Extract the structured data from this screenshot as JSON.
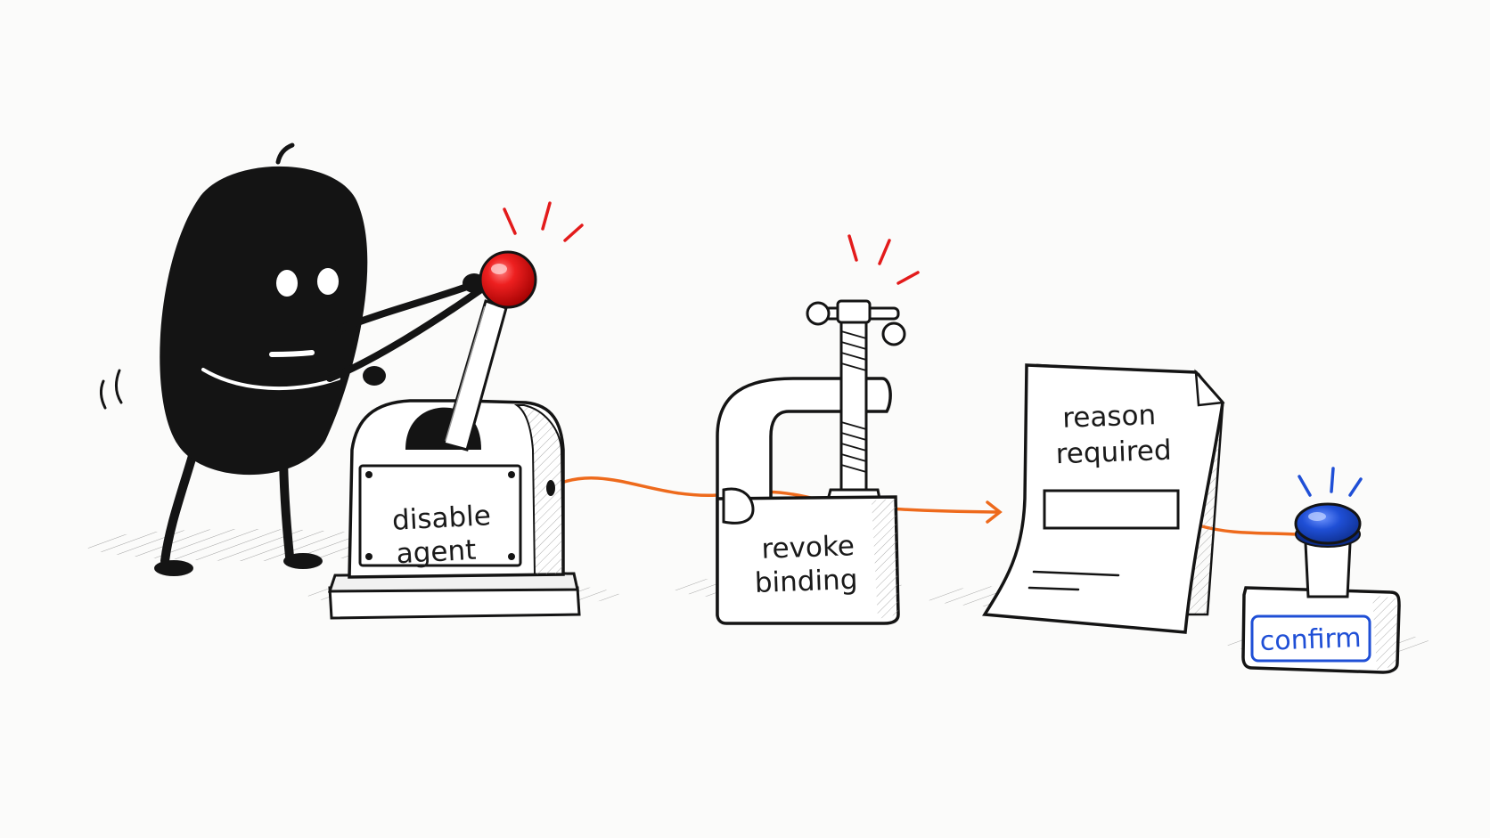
{
  "steps": {
    "lever": {
      "line1": "disable",
      "line2": "agent"
    },
    "clamp": {
      "line1": "revoke",
      "line2": "binding"
    },
    "form": {
      "line1": "reason",
      "line2": "required"
    },
    "stamp": {
      "label": "confirm"
    }
  },
  "colors": {
    "ink": "#141414",
    "alert_red": "#e31b1b",
    "wire_orange": "#ee6a1c",
    "confirm_blue": "#1f4fd6",
    "paper": "#ffffff"
  },
  "icons": [
    "character",
    "lever-machine",
    "c-clamp",
    "form-sheet",
    "confirm-stamp"
  ]
}
